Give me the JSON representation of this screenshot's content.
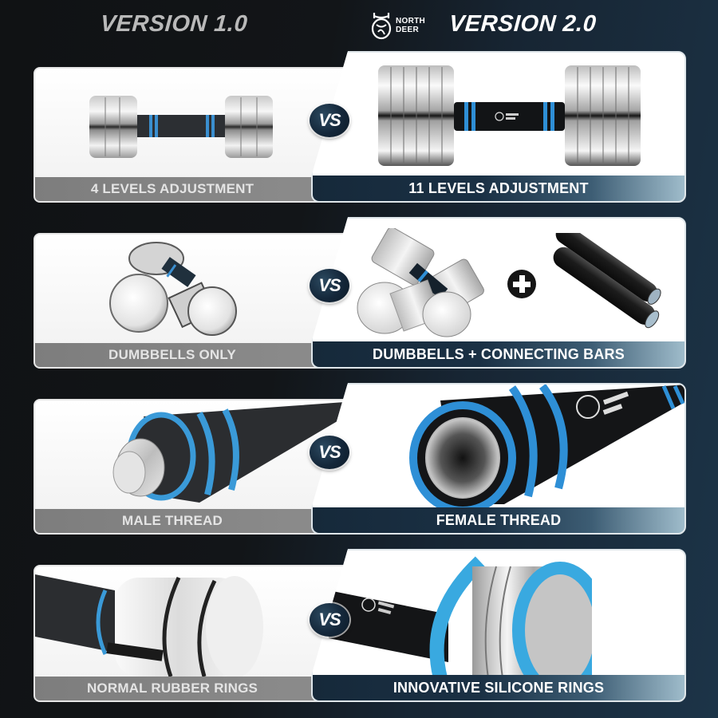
{
  "header": {
    "left_title": "VERSION 1.0",
    "right_title": "VERSION 2.0",
    "brand": {
      "line1": "NORTH",
      "line2": "DEER",
      "icon": "deer-head-logo-icon"
    }
  },
  "vs_label": "VS",
  "colors": {
    "background_left": "#111316",
    "background_right": "#1c3448",
    "left_label_bar": "#808080",
    "right_label_bar_start": "#16293a",
    "right_label_bar_end": "#9fbccb",
    "accent_blue": "#3aa0dc"
  },
  "rows": [
    {
      "left": {
        "label": "4 LEVELS ADJUSTMENT",
        "image": "small-chrome-dumbbell"
      },
      "right": {
        "label": "11 LEVELS ADJUSTMENT",
        "image": "large-chrome-dumbbell-6-plates"
      }
    },
    {
      "left": {
        "label": "DUMBBELLS ONLY",
        "image": "crossed-dumbbell-pair"
      },
      "right": {
        "label": "DUMBBELLS + CONNECTING BARS",
        "image": "dumbbell-pair-plus-connecting-bars",
        "plus": "plus-icon"
      }
    },
    {
      "left": {
        "label": "MALE THREAD",
        "image": "handle-male-thread"
      },
      "right": {
        "label": "FEMALE THREAD",
        "image": "handle-female-thread"
      }
    },
    {
      "left": {
        "label": "NORMAL RUBBER RINGS",
        "image": "plate-with-rubber-rings"
      },
      "right": {
        "label": "INNOVATIVE SILICONE RINGS",
        "image": "plate-with-silicone-rings"
      }
    }
  ]
}
